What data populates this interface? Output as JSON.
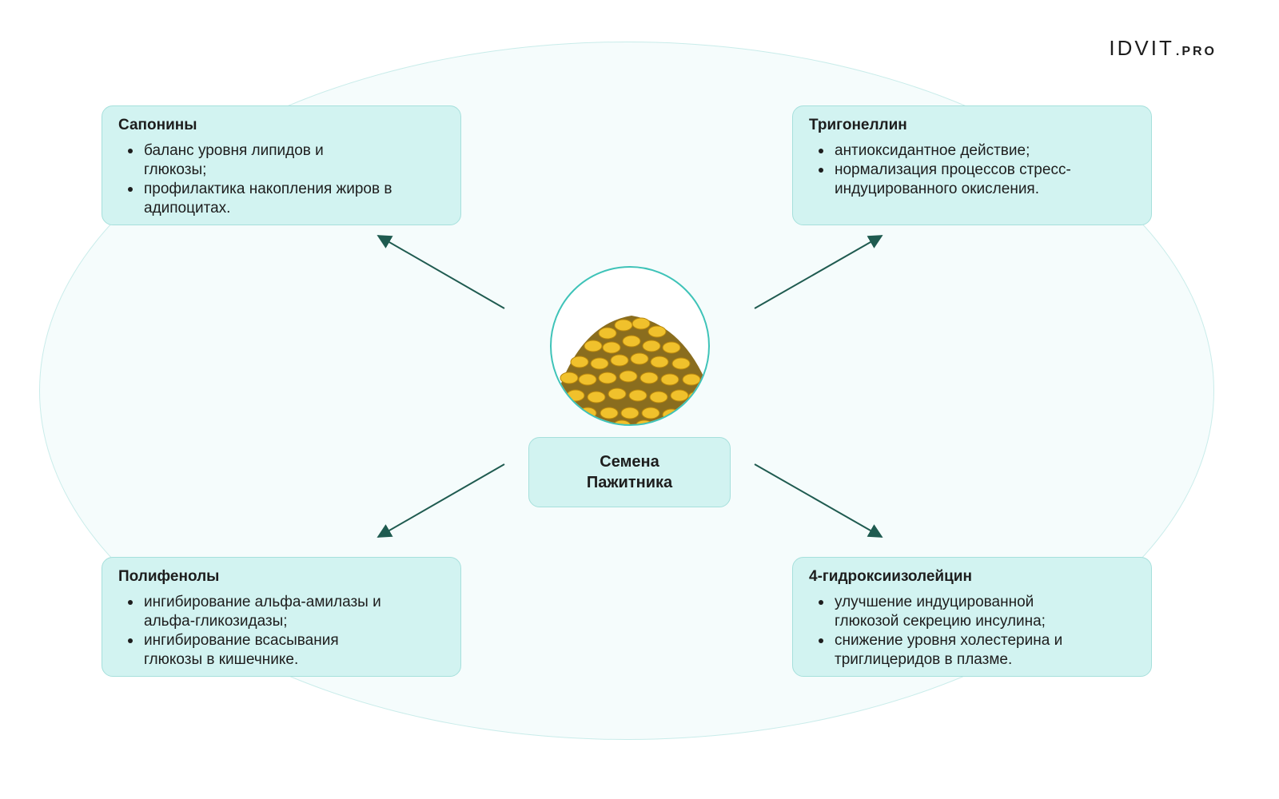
{
  "logo": {
    "main": "IDVIT",
    "suffix": ".PRO"
  },
  "center": {
    "label": "Семена Пажитника",
    "image_icon": "fenugreek-seeds-pile"
  },
  "cards": {
    "top_left": {
      "title": "Сапонины",
      "items": [
        "баланс уровня липидов и глюкозы;",
        "профилактика накопления жиров в адипоцитах."
      ]
    },
    "top_right": {
      "title": "Тригонеллин",
      "items": [
        "антиоксидантное действие;",
        "нормализация процессов стресс-индуцированного окисления."
      ]
    },
    "bottom_left": {
      "title": "Полифенолы",
      "items": [
        "ингибирование альфа-амилазы и альфа-гликозидазы;",
        "ингибирование всасывания глюкозы в кишечнике."
      ]
    },
    "bottom_right": {
      "title": "4-гидроксиизолейцин",
      "items": [
        "улучшение индуцированной глюкозой секрецию инсулина;",
        "снижение уровня холестерина и триглицеридов в плазме."
      ]
    }
  },
  "colors": {
    "card_fill": "#d2f3f1",
    "card_border": "#a6e0dc",
    "arrow": "#1f5b50",
    "ring": "#3ec3b8",
    "seed": "#e8b820"
  }
}
